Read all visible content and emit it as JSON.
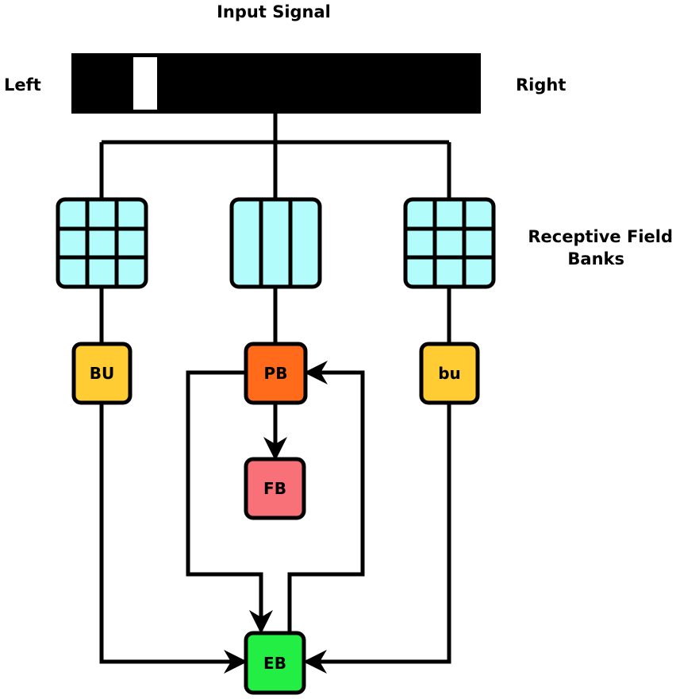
{
  "labels": {
    "title": "Input Signal",
    "left": "Left",
    "right": "Right",
    "bank_line1": "Receptive Field",
    "bank_line2": "Banks"
  },
  "nodes": {
    "bu_left": "BU",
    "pb": "PB",
    "bu_right": "bu",
    "fb": "FB",
    "eb": "EB"
  },
  "colors": {
    "input_bar": "#000000",
    "input_marker": "#ffffff",
    "grid_fill": "#b3fcfc",
    "bu": "#ffcc33",
    "pb": "#ff6b1a",
    "fb": "#f87179",
    "eb": "#22ee44",
    "line": "#000000"
  },
  "icons": {
    "arrowhead": "arrowhead-icon"
  }
}
